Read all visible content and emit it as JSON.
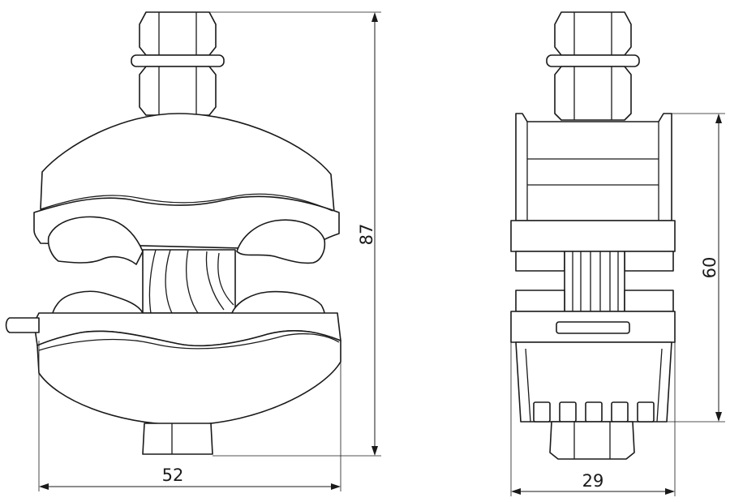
{
  "drawing": {
    "front_view": {
      "width_label": "52",
      "height_label": "87"
    },
    "side_view": {
      "width_label": "29",
      "height_label": "60"
    }
  },
  "colors": {
    "line": "#1a1a1a",
    "background": "#ffffff"
  }
}
